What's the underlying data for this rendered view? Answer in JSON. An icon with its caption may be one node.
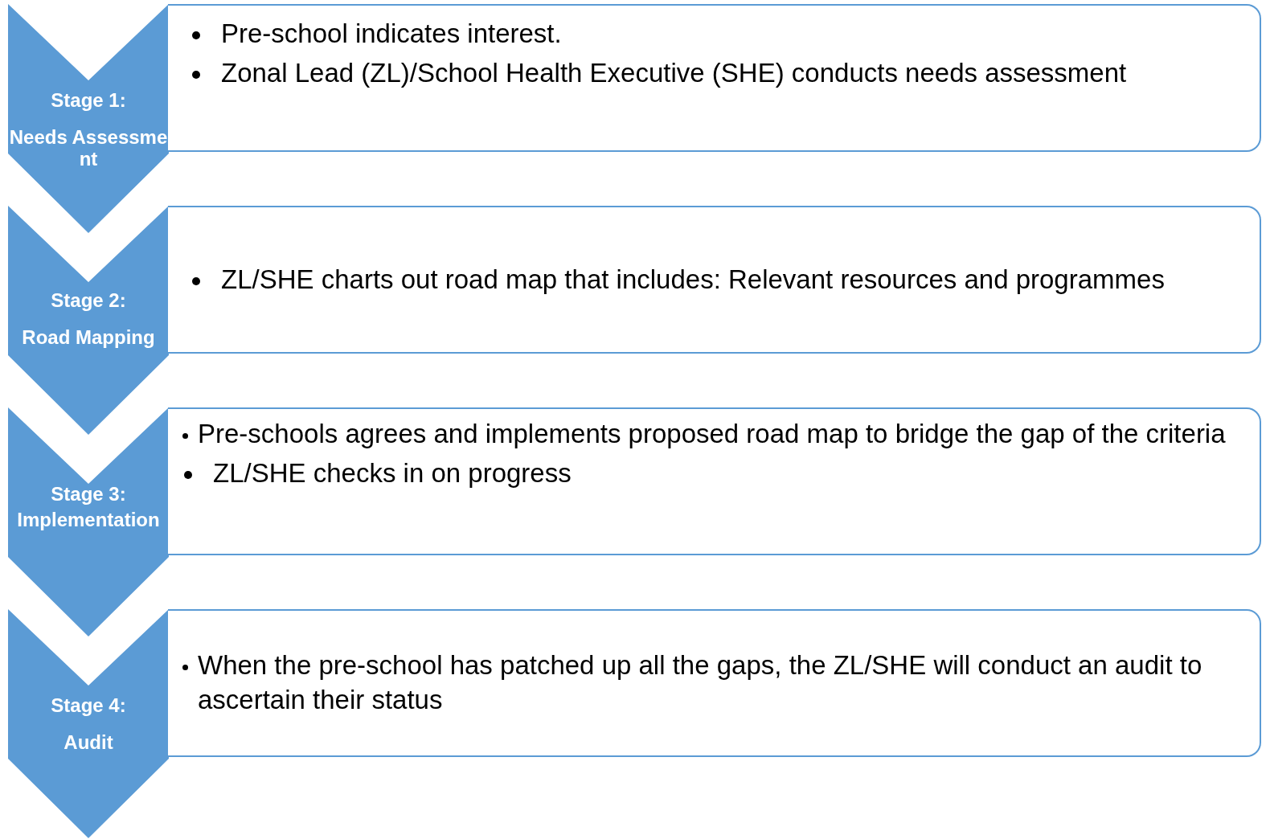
{
  "diagram": {
    "nodes": [
      {
        "text": [
          "Stage 1:",
          "Needs Assessment"
        ]
      },
      {
        "text": [
          "Pre-school indicates interest.",
          "Zonal Lead (ZL)/School Health Executive (SHE) conducts needs assessment"
        ]
      },
      {
        "text": [
          "Stage 2:",
          "Road Mapping"
        ]
      },
      {
        "text": [
          "ZL/SHE charts out road map that includes: Relevant resources and programmes"
        ]
      },
      {
        "text": [
          "Stage 3:",
          "Implementation"
        ]
      },
      {
        "text": [
          "Pre-schools agrees and implements proposed road map to bridge the gap of the criteria",
          "ZL/SHE checks in on progress"
        ]
      },
      {
        "text": [
          "Stage 4:",
          "Audit"
        ]
      },
      {
        "text": [
          "When the pre-school has patched up all the gaps, the ZL/SHE will conduct an audit to ascertain their status"
        ]
      }
    ]
  }
}
